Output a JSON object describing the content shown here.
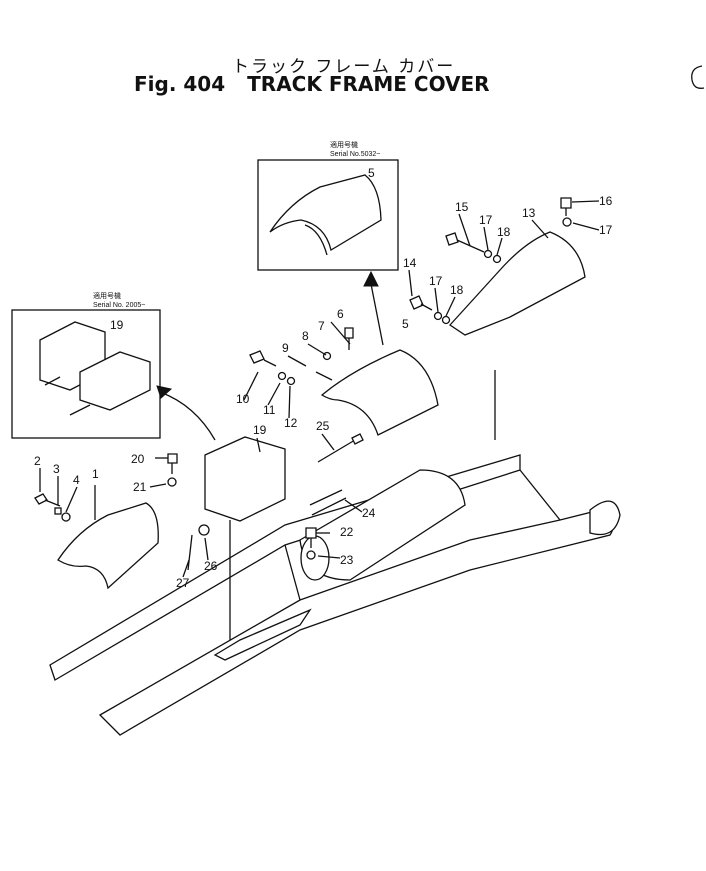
{
  "title": {
    "japanese": "トラック フレーム カバー",
    "fig_label": "Fig. 404",
    "main": "TRACK FRAME COVER"
  },
  "insets": [
    {
      "id": "inset-right",
      "jp_note": "適用号機",
      "serial": "Serial No.5032~",
      "part": "5"
    },
    {
      "id": "inset-left",
      "jp_note": "適用号機",
      "serial": "Serial No. 2005~",
      "part": "19"
    }
  ],
  "part_labels": {
    "p1": "1",
    "p2": "2",
    "p3": "3",
    "p4": "4",
    "p5": "5",
    "p6": "6",
    "p7": "7",
    "p8": "8",
    "p9": "9",
    "p10": "10",
    "p11": "11",
    "p12": "12",
    "p13": "13",
    "p14": "14",
    "p15": "15",
    "p16": "16",
    "p17a": "17",
    "p17b": "17",
    "p17c": "17",
    "p18a": "18",
    "p18b": "18",
    "p19": "19",
    "p20": "20",
    "p21": "21",
    "p22": "22",
    "p23": "23",
    "p24": "24",
    "p25": "25",
    "p26": "26",
    "p27": "27"
  }
}
